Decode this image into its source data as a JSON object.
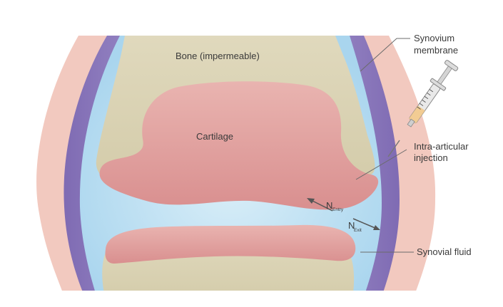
{
  "labels": {
    "bone": "Bone (impermeable)",
    "cartilage": "Cartilage",
    "synovium_line1": "Synovium",
    "synovium_line2": "membrane",
    "injection_line1": "Intra-articular",
    "injection_line2": "injection",
    "synovial_fluid": "Synovial fluid",
    "n_entry_main": "N",
    "n_entry_sub": "Entry",
    "n_exit_main": "N",
    "n_exit_sub": "Exit"
  },
  "colors": {
    "bone": "#d9d2b4",
    "cartilage": "#e3a6a6",
    "synovial_fluid": "#bfe0f2",
    "synovium": "#8e7bbf",
    "capsule": "#f1c6bc",
    "leader_line": "#6b6b6b"
  },
  "icons": {
    "syringe": "syringe-icon",
    "entry_arrow": "arrow-icon",
    "exit_arrow": "arrow-icon"
  }
}
